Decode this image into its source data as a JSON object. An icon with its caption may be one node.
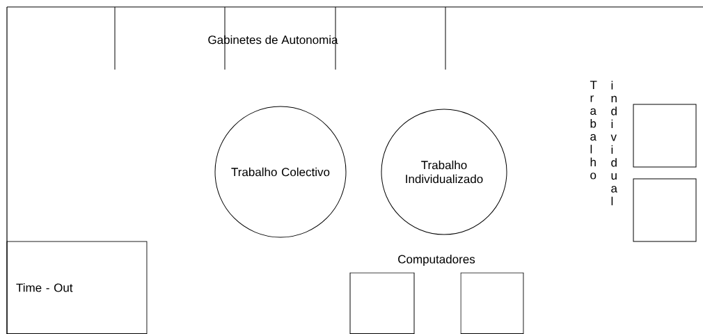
{
  "diagram": {
    "nodes": [
      {
        "text": [
          "Trabalho Colectivo"
        ]
      },
      {
        "text": [
          "Trabalho Individualizado"
        ]
      },
      {
        "text": [],
        "shape": "box"
      },
      {
        "text": [],
        "shape": "box"
      },
      {
        "text": [
          "Time - Out"
        ]
      },
      {
        "text": [],
        "shape": "box"
      },
      {
        "text": [],
        "shape": "box"
      }
    ],
    "edges": [],
    "labels": [
      "Gabinetes de Autonomia",
      "Trabalho",
      "individual",
      "Computadores"
    ]
  }
}
